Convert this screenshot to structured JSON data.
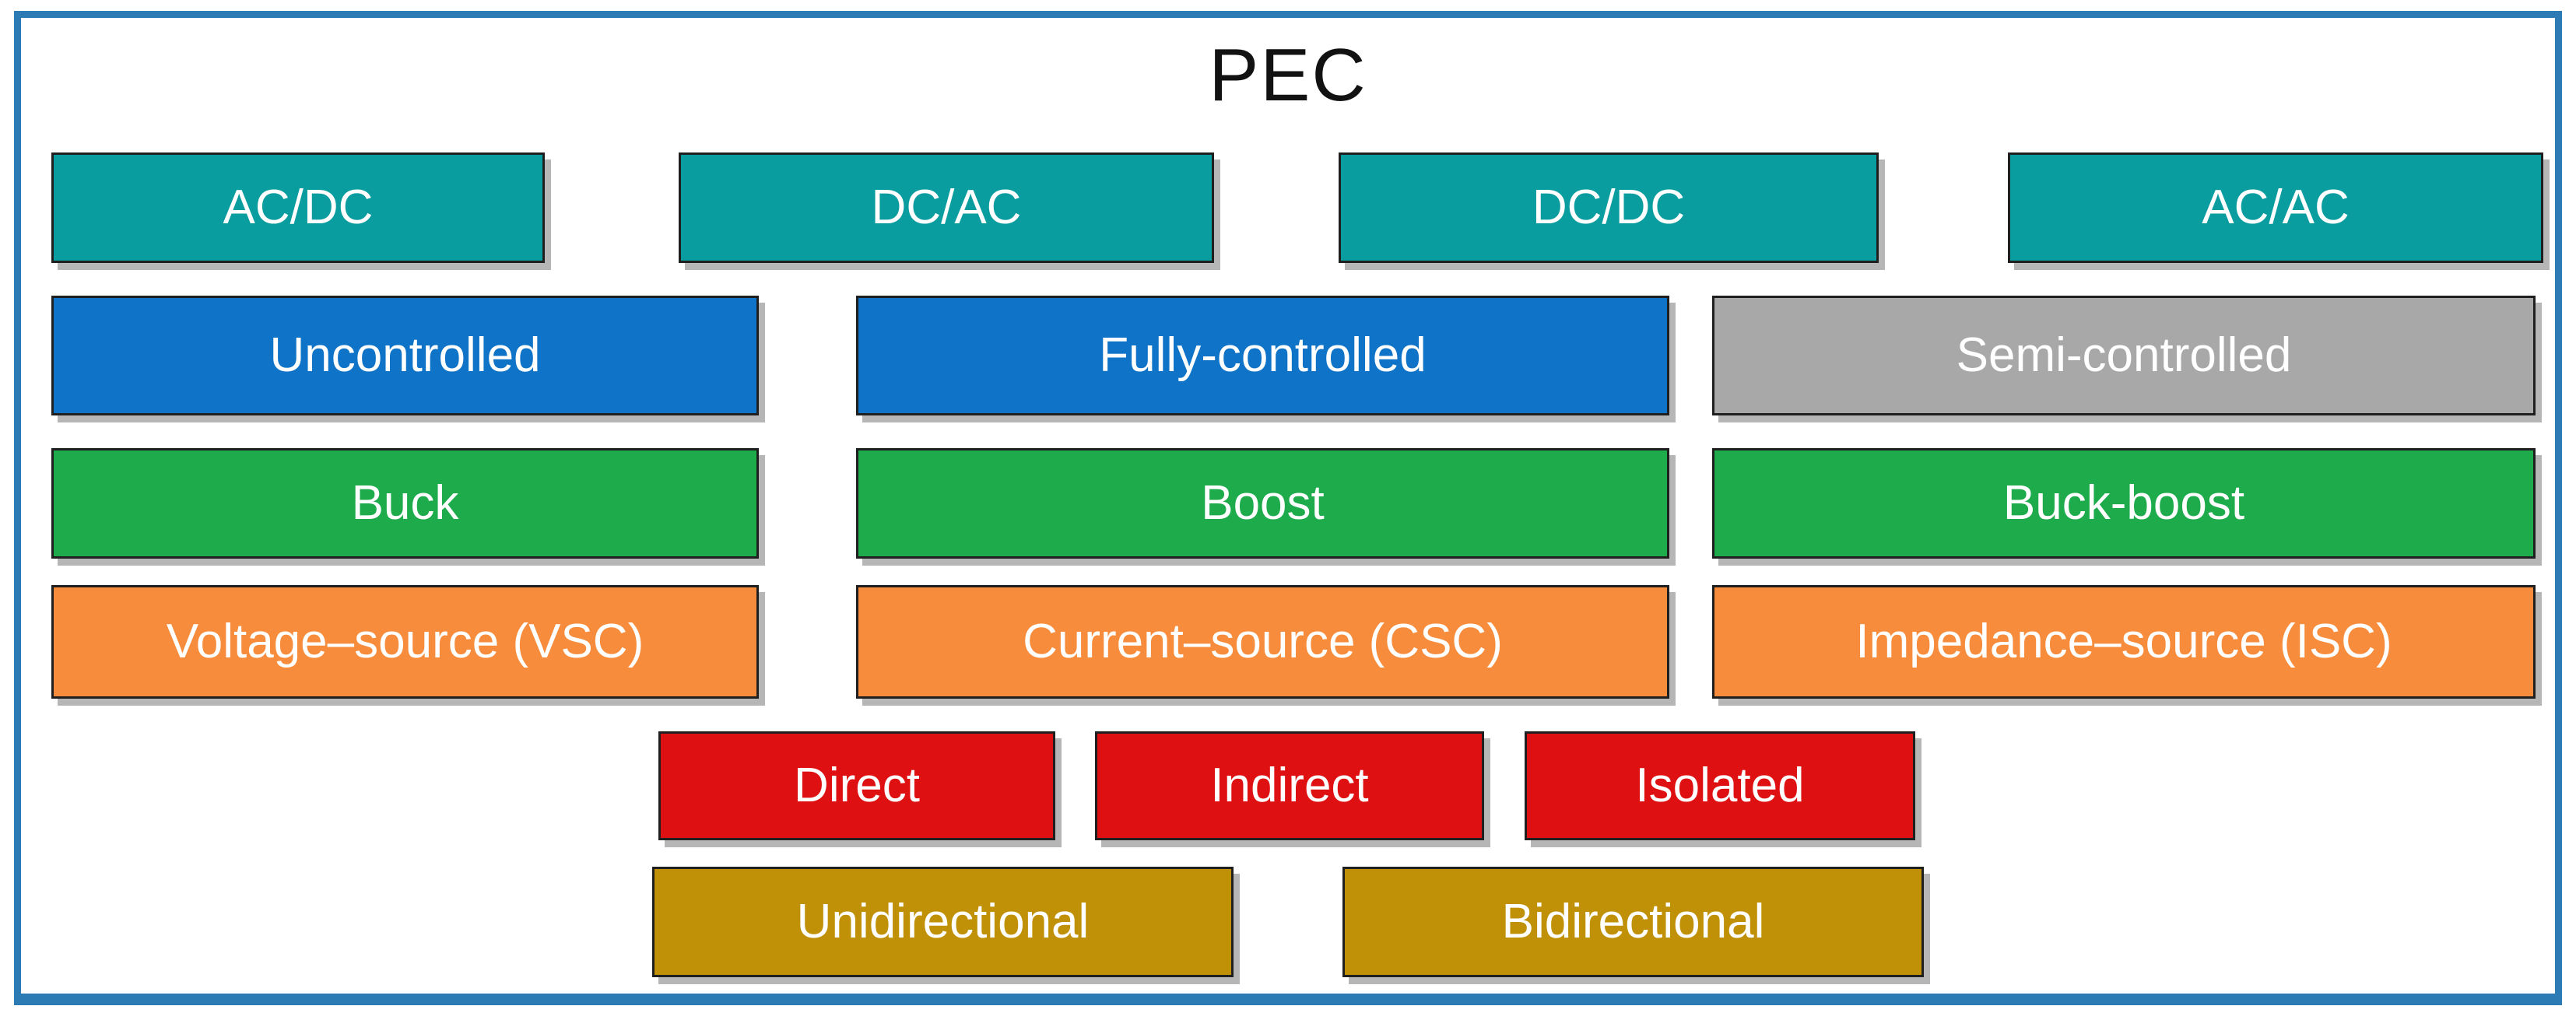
{
  "diagram": {
    "title": "PEC",
    "border_color": "#2C7BB5",
    "palette": {
      "teal": "#0A9DA0",
      "blue": "#0F73C8",
      "gray": "#A8A8A8",
      "green": "#1DAB4C",
      "orange": "#F78D3C",
      "red": "#DE1012",
      "gold": "#C09106",
      "box_text": "#FFFFFF",
      "title_text": "#121212"
    },
    "rows": [
      {
        "name": "conversion-type",
        "boxes": [
          {
            "label": "AC/DC",
            "color": "#0A9DA0"
          },
          {
            "label": "DC/AC",
            "color": "#0A9DA0"
          },
          {
            "label": "DC/DC",
            "color": "#0A9DA0"
          },
          {
            "label": "AC/AC",
            "color": "#0A9DA0"
          }
        ]
      },
      {
        "name": "control-type",
        "boxes": [
          {
            "label": "Uncontrolled",
            "color": "#0F73C8"
          },
          {
            "label": "Fully-controlled",
            "color": "#0F73C8"
          },
          {
            "label": "Semi-controlled",
            "color": "#A8A8A8"
          }
        ]
      },
      {
        "name": "voltage-regulation",
        "boxes": [
          {
            "label": "Buck",
            "color": "#1DAB4C"
          },
          {
            "label": "Boost",
            "color": "#1DAB4C"
          },
          {
            "label": "Buck-boost",
            "color": "#1DAB4C"
          }
        ]
      },
      {
        "name": "source-type",
        "boxes": [
          {
            "label": "Voltage–source (VSC)",
            "color": "#F78D3C"
          },
          {
            "label": "Current–source (CSC)",
            "color": "#F78D3C"
          },
          {
            "label": "Impedance–source (ISC)",
            "color": "#F78D3C"
          }
        ]
      },
      {
        "name": "conversion-stage",
        "boxes": [
          {
            "label": "Direct",
            "color": "#DE1012"
          },
          {
            "label": "Indirect",
            "color": "#DE1012"
          },
          {
            "label": "Isolated",
            "color": "#DE1012"
          }
        ]
      },
      {
        "name": "power-flow",
        "boxes": [
          {
            "label": "Unidirectional",
            "color": "#C09106"
          },
          {
            "label": "Bidirectional",
            "color": "#C09106"
          }
        ]
      }
    ]
  }
}
